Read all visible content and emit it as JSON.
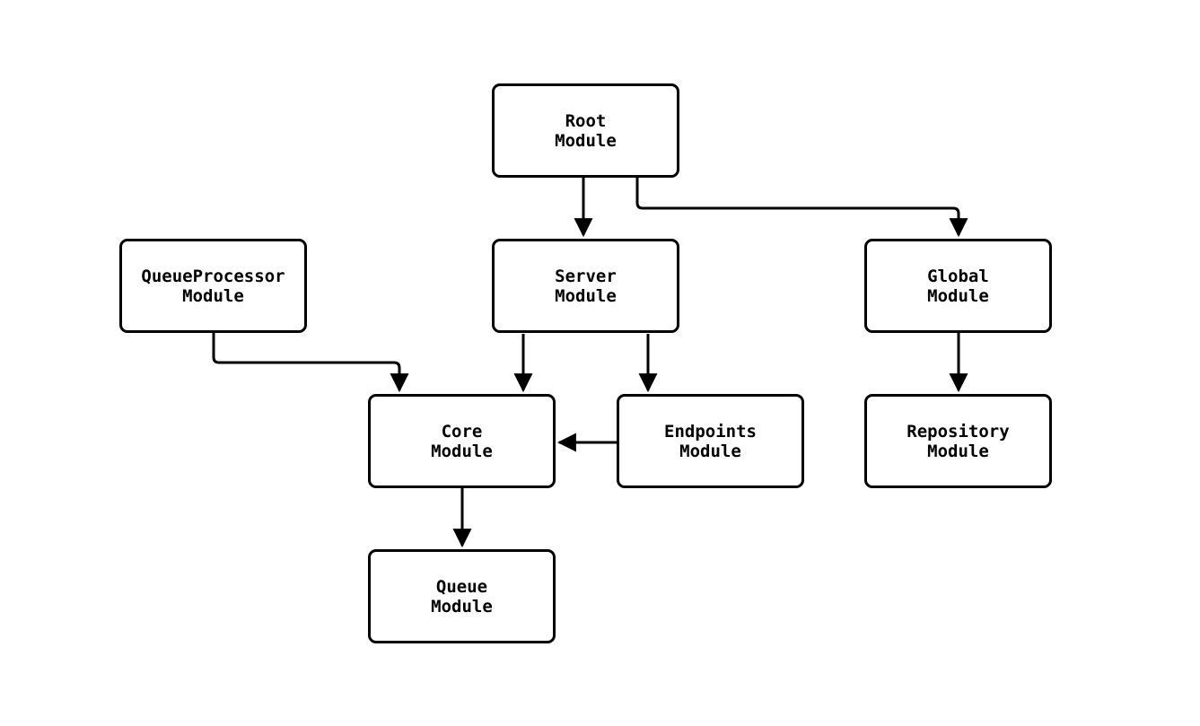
{
  "diagram": {
    "kind": "module-dependency-flowchart",
    "nodes": [
      {
        "id": "root",
        "label": "Root\nModule"
      },
      {
        "id": "queueprocessor",
        "label": "QueueProcessor\nModule"
      },
      {
        "id": "server",
        "label": "Server\nModule"
      },
      {
        "id": "global",
        "label": "Global\nModule"
      },
      {
        "id": "core",
        "label": "Core\nModule"
      },
      {
        "id": "endpoints",
        "label": "Endpoints\nModule"
      },
      {
        "id": "repository",
        "label": "Repository\nModule"
      },
      {
        "id": "queue",
        "label": "Queue\nModule"
      }
    ],
    "edges": [
      {
        "from": "root",
        "to": "server"
      },
      {
        "from": "root",
        "to": "global"
      },
      {
        "from": "queueprocessor",
        "to": "core"
      },
      {
        "from": "server",
        "to": "core"
      },
      {
        "from": "server",
        "to": "endpoints"
      },
      {
        "from": "endpoints",
        "to": "core"
      },
      {
        "from": "global",
        "to": "repository"
      },
      {
        "from": "core",
        "to": "queue"
      }
    ],
    "colors": {
      "node_fill": "#ffffff",
      "node_border": "#000000",
      "edge_stroke": "#000000",
      "text": "#000000",
      "background": "#ffffff"
    }
  }
}
